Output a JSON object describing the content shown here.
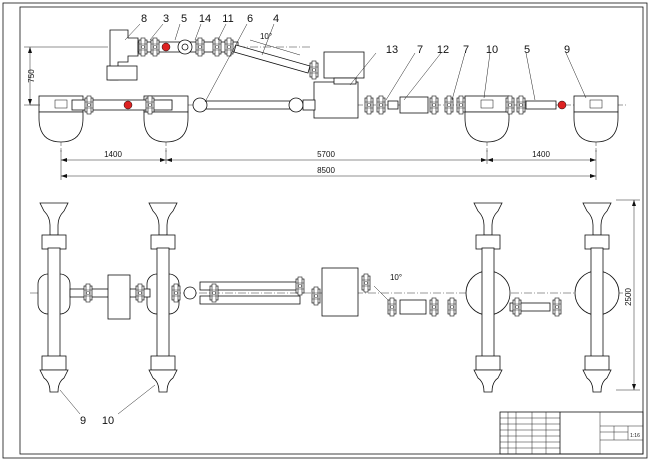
{
  "callouts_top": [
    "8",
    "3",
    "5",
    "14",
    "11",
    "6",
    "4",
    "13",
    "7",
    "12",
    "7",
    "10",
    "5",
    "9"
  ],
  "callouts_bottom": [
    "9",
    "10"
  ],
  "angle_label": "10°",
  "dimensions": {
    "height_750": "750",
    "span_1400_left": "1400",
    "span_5700": "5700",
    "span_1400_right": "1400",
    "overall_8500": "8500",
    "track_2500": "2500"
  },
  "title_block": {
    "scale": "1:16"
  }
}
